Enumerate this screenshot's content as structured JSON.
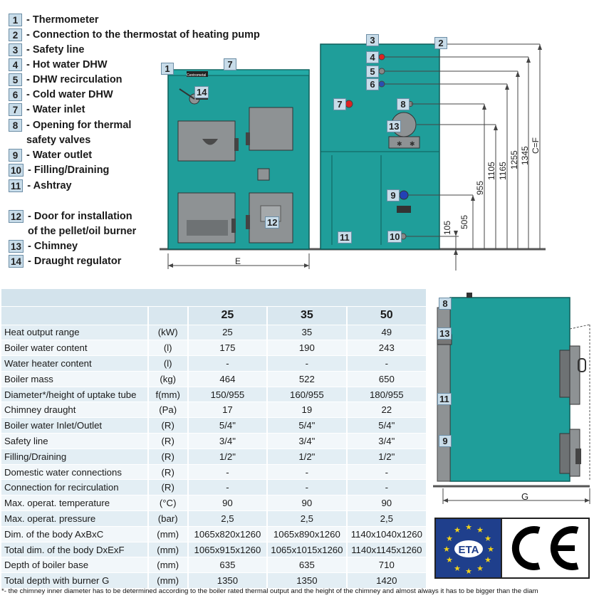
{
  "legend": [
    {
      "num": "1",
      "text": "- Thermometer"
    },
    {
      "num": "2",
      "text": "- Connection to the thermostat of heating pump"
    },
    {
      "num": "3",
      "text": "- Safety line"
    },
    {
      "num": "4",
      "text": "- Hot water DHW"
    },
    {
      "num": "5",
      "text": "- DHW recirculation"
    },
    {
      "num": "6",
      "text": "- Cold water DHW"
    },
    {
      "num": "7",
      "text": "- Water inlet"
    },
    {
      "num": "8",
      "text": "- Opening for thermal\nsafety valves"
    },
    {
      "num": "9",
      "text": "- Water outlet"
    },
    {
      "num": "10",
      "text": "- Filling/Draining"
    },
    {
      "num": "11",
      "text": "- Ashtray"
    },
    {
      "num": "12",
      "text": "- Door for installation\nof the pellet/oil burner"
    },
    {
      "num": "13",
      "text": "- Chimney"
    },
    {
      "num": "14",
      "text": "- Draught regulator"
    }
  ],
  "dimensions": {
    "e_label": "E",
    "g_label": "G",
    "heights": [
      "105",
      "505",
      "955",
      "1105",
      "1165",
      "1255",
      "1345",
      "C=F"
    ]
  },
  "brand": "Centrometal",
  "table": {
    "models": [
      "25",
      "35",
      "50"
    ],
    "rows": [
      {
        "param": "Heat output range",
        "unit": "(kW)",
        "values": [
          "25",
          "35",
          "49"
        ]
      },
      {
        "param": "Boiler water content",
        "unit": "(l)",
        "values": [
          "175",
          "190",
          "243"
        ]
      },
      {
        "param": "Water heater content",
        "unit": "(l)",
        "values": [
          "-",
          "-",
          "-"
        ]
      },
      {
        "param": "Boiler mass",
        "unit": "(kg)",
        "values": [
          "464",
          "522",
          "650"
        ]
      },
      {
        "param": "Diameter*/height of uptake tube",
        "unit": "f(mm)",
        "values": [
          "150/955",
          "160/955",
          "180/955"
        ]
      },
      {
        "param": "Chimney draught",
        "unit": "(Pa)",
        "values": [
          "17",
          "19",
          "22"
        ]
      },
      {
        "param": "Boiler water Inlet/Outlet",
        "unit": "(R)",
        "values": [
          "5/4\"",
          "5/4\"",
          "5/4\""
        ]
      },
      {
        "param": "Safety line",
        "unit": "(R)",
        "values": [
          "3/4\"",
          "3/4\"",
          "3/4\""
        ]
      },
      {
        "param": "Filling/Draining",
        "unit": "(R)",
        "values": [
          "1/2\"",
          "1/2\"",
          "1/2\""
        ]
      },
      {
        "param": "Domestic water connections",
        "unit": "(R)",
        "values": [
          "-",
          "-",
          "-"
        ]
      },
      {
        "param": "Connection for recirculation",
        "unit": "(R)",
        "values": [
          "-",
          "-",
          "-"
        ]
      },
      {
        "param": "Max. operat. temperature",
        "unit": "(°C)",
        "values": [
          "90",
          "90",
          "90"
        ]
      },
      {
        "param": "Max. operat. pressure",
        "unit": "(bar)",
        "values": [
          "2,5",
          "2,5",
          "2,5"
        ]
      },
      {
        "param": "Dim. of the body AxBxC",
        "unit": "(mm)",
        "values": [
          "1065x820x1260",
          "1065x890x1260",
          "1140x1040x1260"
        ]
      },
      {
        "param": "Total dim. of the body DxExF",
        "unit": "(mm)",
        "values": [
          "1065x915x1260",
          "1065x1015x1260",
          "1140x1145x1260"
        ]
      },
      {
        "param": "Depth of boiler base",
        "unit": "(mm)",
        "values": [
          "635",
          "635",
          "710"
        ]
      },
      {
        "param": "Total depth with burner G",
        "unit": "(mm)",
        "values": [
          "1350",
          "1350",
          "1420"
        ]
      }
    ]
  },
  "footnote": "*- the chimney inner diameter has to be determined according to the boiler rated thermal output and the height of the chimney and almost always it has to be bigger than the diam",
  "certs": {
    "eta_label": "ETA",
    "ce_label": "CE"
  },
  "colors": {
    "boiler": "#1f9e9a",
    "boiler_dark": "#12746f",
    "door": "#8e9294",
    "legend_box": "#c8dce9",
    "eu_blue": "#1f3f8c",
    "eu_star": "#f2d21a"
  }
}
